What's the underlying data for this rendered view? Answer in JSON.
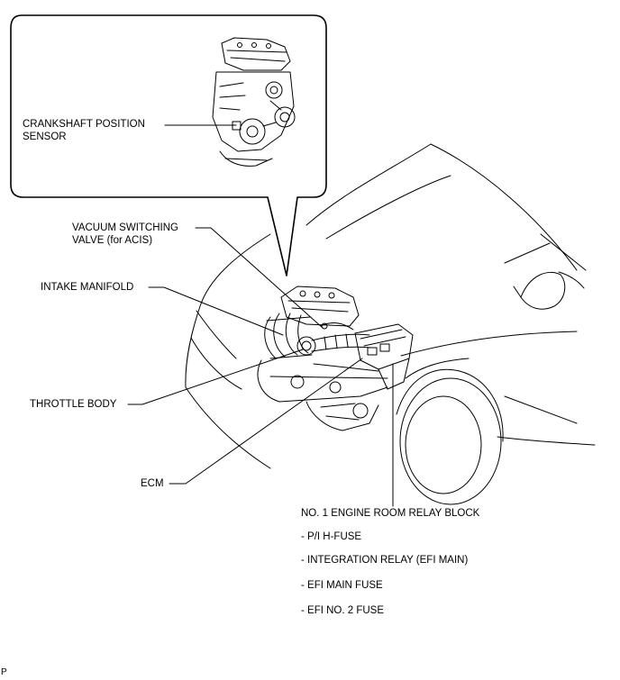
{
  "labels": {
    "crankshaft_line1": "CRANKSHAFT POSITION",
    "crankshaft_line2": "SENSOR",
    "vsv_line1": "VACUUM SWITCHING",
    "vsv_line2": "VALVE (for ACIS)",
    "intake_manifold": "INTAKE MANIFOLD",
    "throttle_body": "THROTTLE BODY",
    "ecm": "ECM",
    "relay_block": "NO. 1 ENGINE ROOM RELAY BLOCK",
    "relay_items": [
      "- P/I H-FUSE",
      "- INTEGRATION RELAY (EFI MAIN)",
      "- EFI MAIN FUSE",
      "- EFI NO. 2 FUSE"
    ],
    "corner_mark": "P"
  },
  "colors": {
    "line": "#000000",
    "background": "#ffffff"
  }
}
